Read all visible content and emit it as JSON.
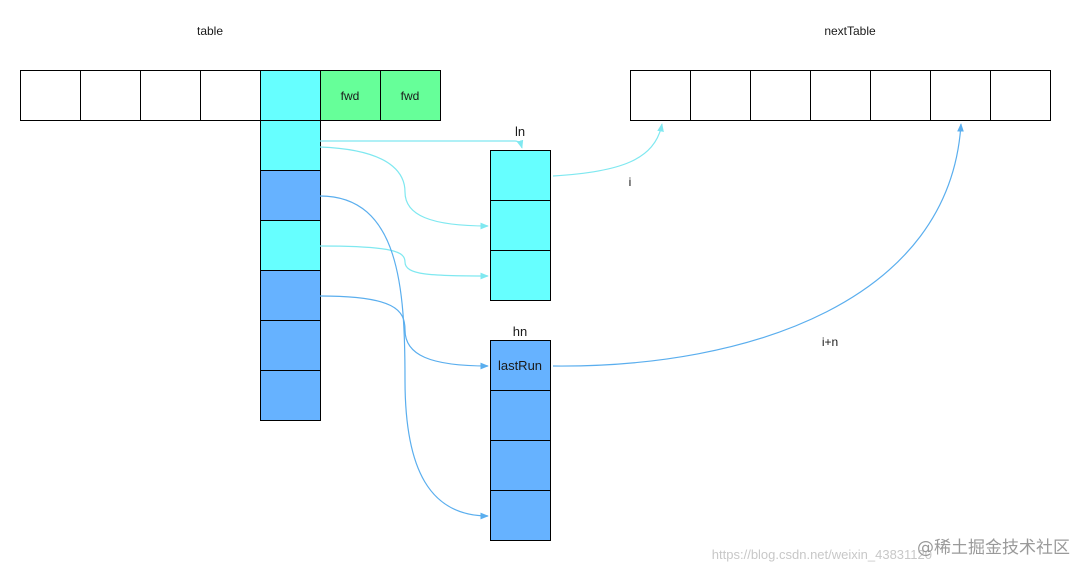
{
  "labels": {
    "table": "table",
    "next_table": "nextTable",
    "ln": "ln",
    "hn": "hn",
    "fwd_1": "fwd",
    "fwd_2": "fwd",
    "last_run": "lastRun",
    "edge_i": "i",
    "edge_i_plus_n": "i+n"
  },
  "colors": {
    "low_node": "#66ffff",
    "high_node": "#66b2ff",
    "forwarding_node": "#66ff99",
    "empty_slot": "#ffffff",
    "low_edge": "#7fe8f0",
    "high_edge": "#5aaeee"
  },
  "watermark": {
    "site": "@稀土掘金技术社区",
    "url": "https://blog.csdn.net/weixin_43831120"
  }
}
